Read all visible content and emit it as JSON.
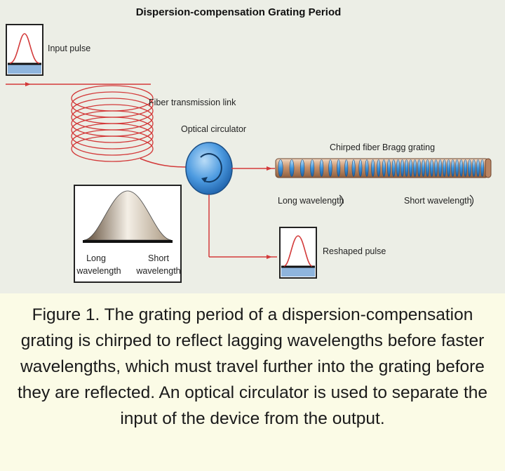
{
  "diagram": {
    "title": "Dispersion-compensation Grating Period",
    "labels": {
      "input_pulse": "Input pulse",
      "fiber_link": "Fiber transmission link",
      "circulator": "Optical circulator",
      "grating": "Chirped fiber Bragg grating",
      "long_wavelength": "Long wavelength",
      "short_wavelength": "Short wavelength",
      "inset_long_1": "Long",
      "inset_long_2": "wavelength",
      "inset_short_1": "Short",
      "inset_short_2": "wavelength",
      "reshaped_pulse": "Reshaped pulse"
    },
    "colors": {
      "fiber": "#d33a3a",
      "circulator": "#3d8fd6",
      "grating_body": "#c6906a",
      "grating_bands": "#4a9fdf",
      "panel_border": "#222222",
      "inset_fill": "#d9ccb8"
    }
  },
  "caption": "Figure 1. The grating period of a dispersion-compensation grating is chirped to reflect lagging wavelengths before faster wavelengths, which must travel further into the grating before they are reflected. An optical circulator is used to separate the input of the device from the output."
}
